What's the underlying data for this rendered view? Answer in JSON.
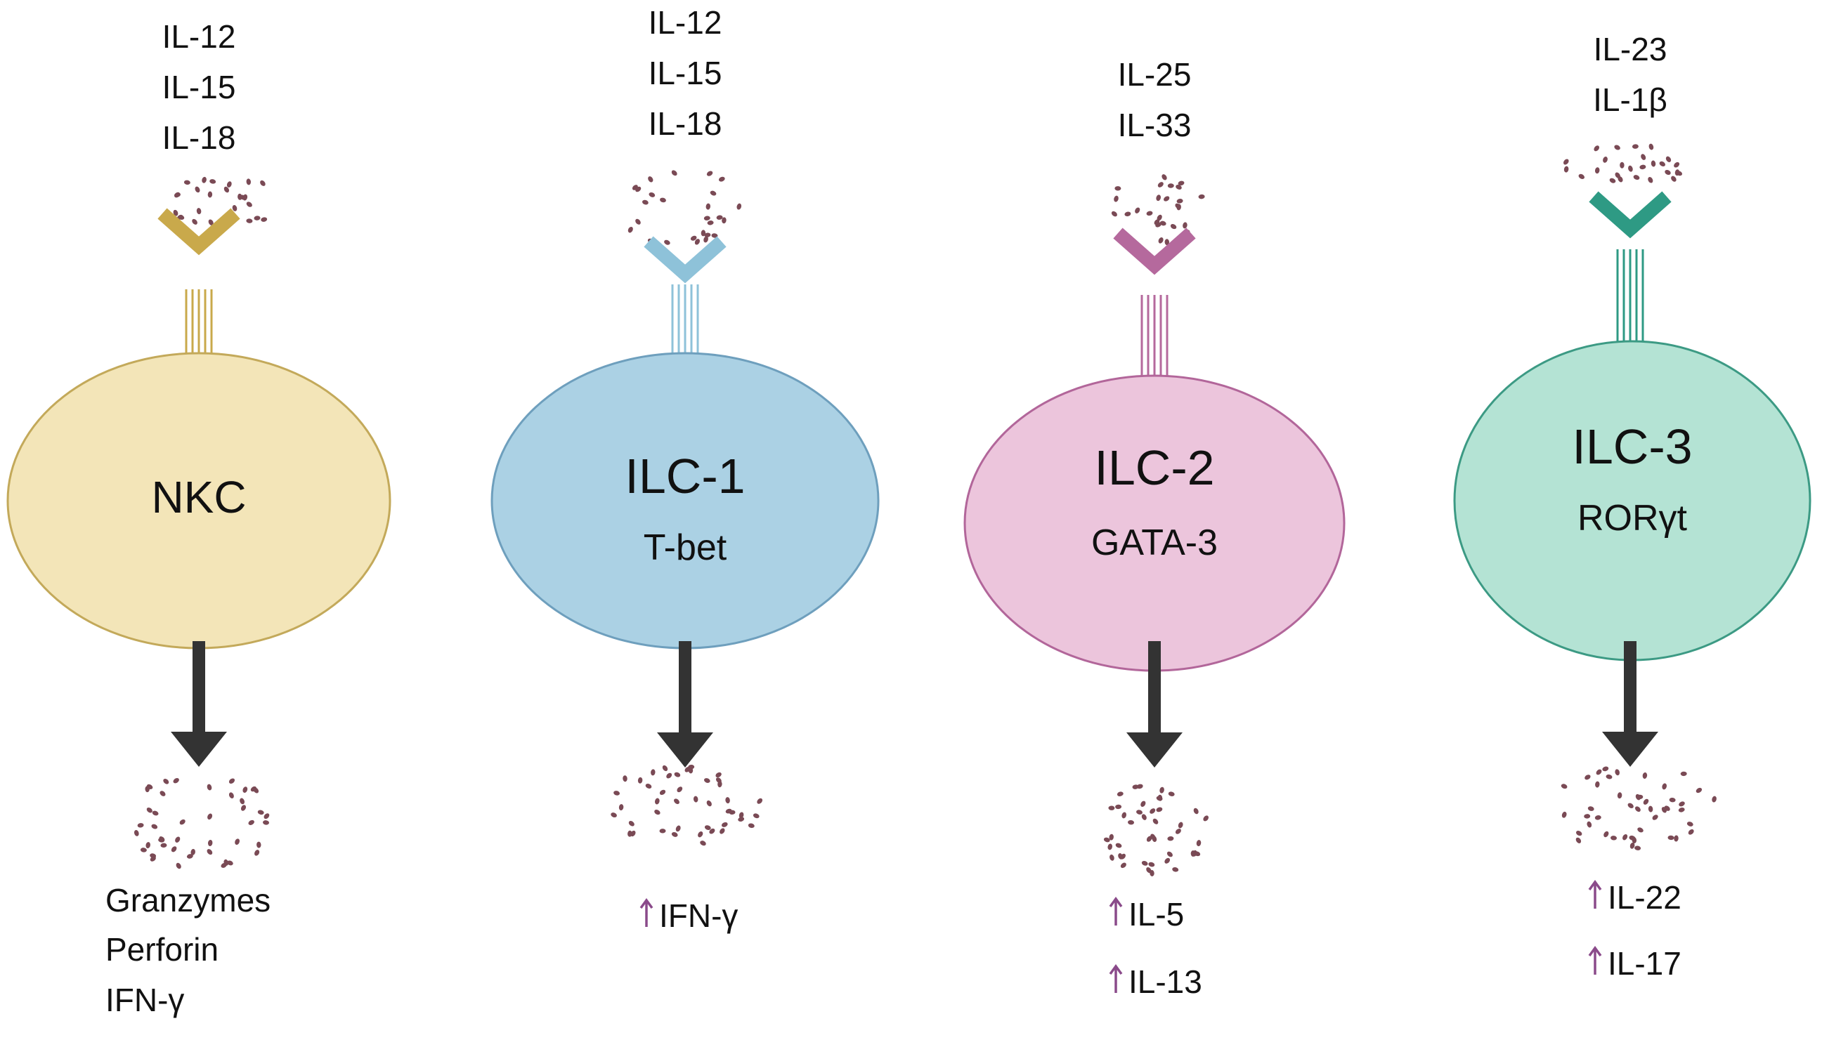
{
  "colors": {
    "arrow": "#333333",
    "dots": "#7a4a55",
    "up_arrow": "#8a4a8a"
  },
  "panels": [
    {
      "key": "nkc",
      "cell_name": "NKC",
      "transcription_factor": "",
      "inputs": [
        "IL-12",
        "IL-15",
        "IL-18"
      ],
      "outputs": [
        "Granzymes",
        "Perforin",
        "IFN-γ"
      ],
      "outputs_increased": false,
      "fill": "#f3e5b8",
      "stroke": "#c3a95a",
      "receptor": "#c9a94b"
    },
    {
      "key": "ilc1",
      "cell_name": "ILC-1",
      "transcription_factor": "T-bet",
      "inputs": [
        "IL-12",
        "IL-15",
        "IL-18"
      ],
      "outputs": [
        "IFN-γ"
      ],
      "outputs_increased": true,
      "fill": "#abd1e4",
      "stroke": "#6e9fbd",
      "receptor": "#8ec2d9"
    },
    {
      "key": "ilc2",
      "cell_name": "ILC-2",
      "transcription_factor": "GATA-3",
      "inputs": [
        "IL-25",
        "IL-33"
      ],
      "outputs": [
        "IL-5",
        "IL-13"
      ],
      "outputs_increased": true,
      "fill": "#ecc5dc",
      "stroke": "#b2669a",
      "receptor": "#b5699d"
    },
    {
      "key": "ilc3",
      "cell_name": "ILC-3",
      "transcription_factor": "RORγt",
      "inputs": [
        "IL-23",
        "IL-1β"
      ],
      "outputs": [
        "IL-22",
        "IL-17"
      ],
      "outputs_increased": true,
      "fill": "#b4e3d4",
      "stroke": "#3c9a84",
      "receptor": "#2e9a84"
    }
  ]
}
